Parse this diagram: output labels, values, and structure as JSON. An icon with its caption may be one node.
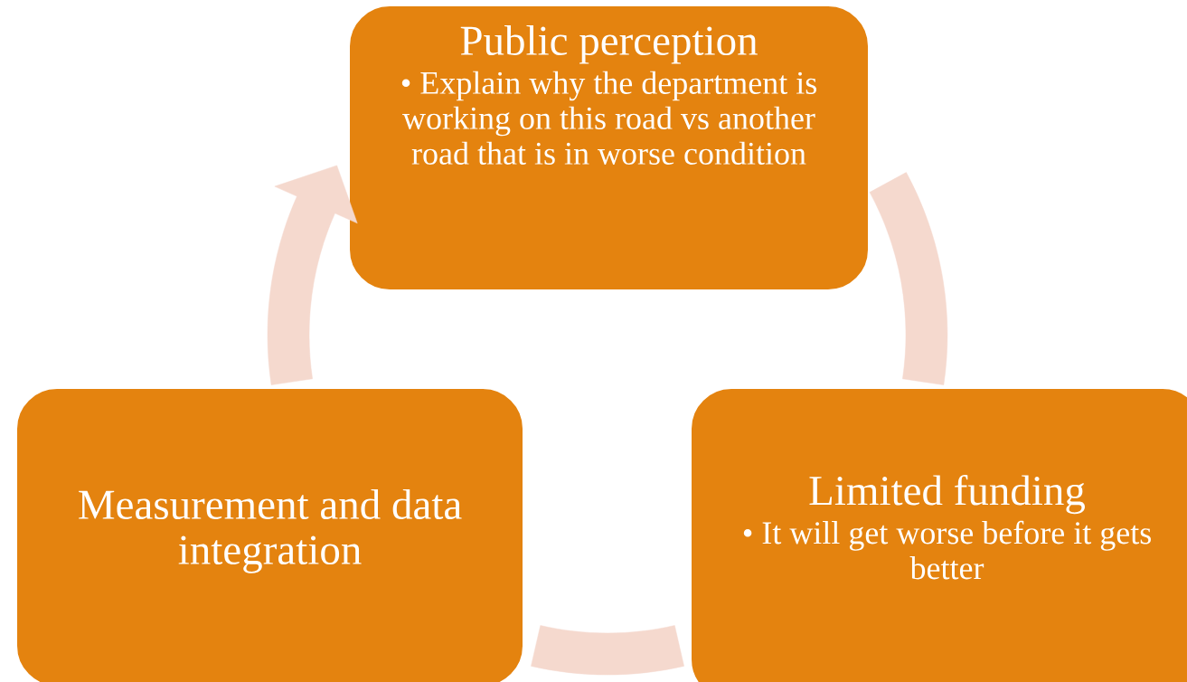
{
  "diagram": {
    "nodes": [
      {
        "text": [
          "Public perception",
          "• Explain why the department is working on this road vs another road that is in worse condition"
        ]
      },
      {
        "text": [
          "Limited funding",
          "• It will get worse before it gets better"
        ]
      },
      {
        "text": [
          "Measurement and data integration"
        ]
      }
    ],
    "edges": [
      {
        "from": 2,
        "to": 0,
        "arrow": "to"
      },
      {
        "from": 0,
        "to": 1,
        "arrow": "none"
      },
      {
        "from": 1,
        "to": 2,
        "arrow": "none"
      }
    ]
  }
}
